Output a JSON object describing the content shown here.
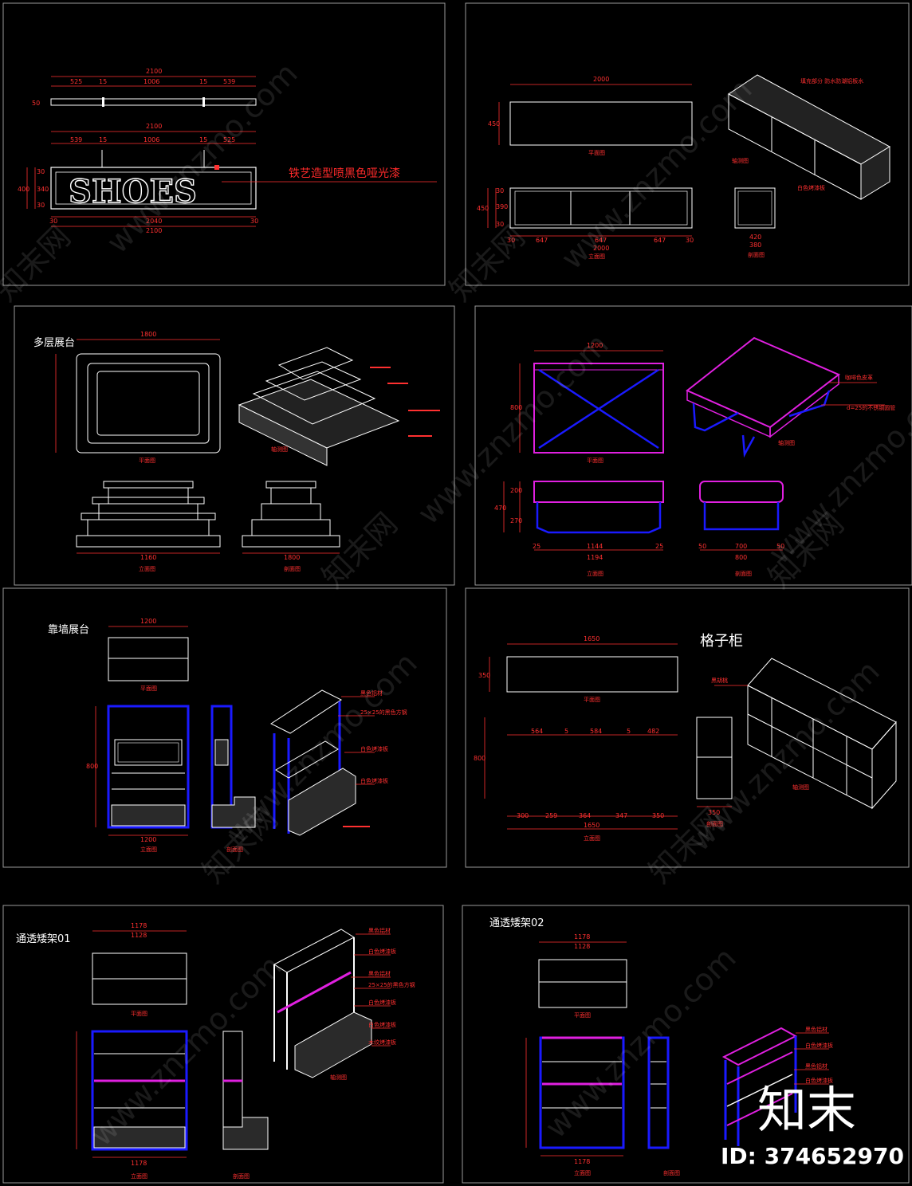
{
  "panel1": {
    "top_total": "2100",
    "top_dims": [
      "525",
      "15",
      "1006",
      "15",
      "539"
    ],
    "side_dim": "50",
    "mid_total": "2100",
    "mid_dims": [
      "539",
      "15",
      "1006",
      "15",
      "525"
    ],
    "sign_text": "SHOES",
    "note": "铁艺造型喷黑色哑光漆",
    "left_dims": [
      "400",
      "30",
      "340",
      "30"
    ],
    "bottom_dims": [
      "30",
      "2040",
      "30"
    ],
    "bottom_total": "2100"
  },
  "panel2": {
    "plan_width": "2000",
    "plan_depth": "450",
    "plan_label": "平面图",
    "elev_dims": [
      "30",
      "647",
      "647",
      "647",
      "30"
    ],
    "elev_total": "2000",
    "elev_label": "立面图",
    "side_dims": [
      "450",
      "30",
      "390",
      "30"
    ],
    "section_dims": [
      "420",
      "380"
    ],
    "section_label": "剖面图",
    "iso_label": "轴测图",
    "iso_notes": [
      "填充部分 防水防潮铝板水",
      "白色烤漆板"
    ]
  },
  "panel3": {
    "title": "多层展台",
    "plan_total": "1800",
    "plan_label": "平面图",
    "iso_label": "轴测图",
    "elev_total": "1160",
    "elev_label": "立面图",
    "section_total": "1800",
    "section_label": "剖面图"
  },
  "panel4": {
    "plan_width": "1200",
    "plan_depth": "800",
    "plan_label": "平面图",
    "iso_notes": [
      "咖啡色皮革",
      "d=25的不锈钢圆管"
    ],
    "iso_label": "轴测图",
    "elev_dims": [
      "25",
      "1144",
      "25"
    ],
    "elev_total": "1194",
    "elev_label": "立面图",
    "side_dims": [
      "470",
      "200",
      "270"
    ],
    "section_dims": [
      "50",
      "700",
      "50"
    ],
    "section_total": "800",
    "section_label": "剖面图"
  },
  "panel5": {
    "title": "靠墙展台",
    "plan_total": "1200",
    "plan_label": "平面图",
    "elev_total": "1200",
    "elev_label": "立面图",
    "height": "800",
    "section_label": "剖面图",
    "iso_notes": [
      "黑色铝材",
      "25×25的黑色方钢",
      "白色烤漆板",
      "白色烤漆板"
    ]
  },
  "panel6": {
    "title": "格子柜",
    "plan_total": "1650",
    "plan_depth": "350",
    "plan_label": "平面图",
    "top_dims": [
      "564",
      "5",
      "584",
      "5",
      "482"
    ],
    "bottom_dims": [
      "300",
      "259",
      "364",
      "347",
      "350"
    ],
    "elev_total": "1650",
    "height": "800",
    "elev_label": "立面图",
    "section_dim": "350",
    "section_label": "剖面图",
    "iso_label": "轴测图",
    "iso_note": "黑胡桃"
  },
  "panel7": {
    "title": "通透矮架01",
    "plan_total": "1178",
    "plan_inner": "1128",
    "plan_label": "平面图",
    "elev_total": "1178",
    "elev_label": "立面图",
    "section_label": "剖面图",
    "iso_label": "轴测图",
    "iso_notes": [
      "黑色铝材",
      "白色烤漆板",
      "黑色铝材",
      "25×25的黑色方钢",
      "白色烤漆板",
      "白色烤漆板",
      "木纹烤漆板"
    ]
  },
  "panel8": {
    "title": "通透矮架02",
    "plan_total": "1178",
    "plan_inner": "1128",
    "plan_label": "平面图",
    "elev_total": "1178",
    "elev_label": "立面图",
    "section_label": "剖面图",
    "iso_notes": [
      "黑色铝材",
      "白色烤漆板",
      "黑色铝材",
      "白色烤漆板"
    ]
  },
  "watermark": "www.znzmo.com",
  "watermark_cn": "知末网",
  "logo_text": "知末",
  "id_text": "ID: 374652970",
  "colors": {
    "background": "#000000",
    "line": "#ffffff",
    "dimension": "#ff3030",
    "frame": "#1a1aff",
    "accent": "#e020e0"
  }
}
